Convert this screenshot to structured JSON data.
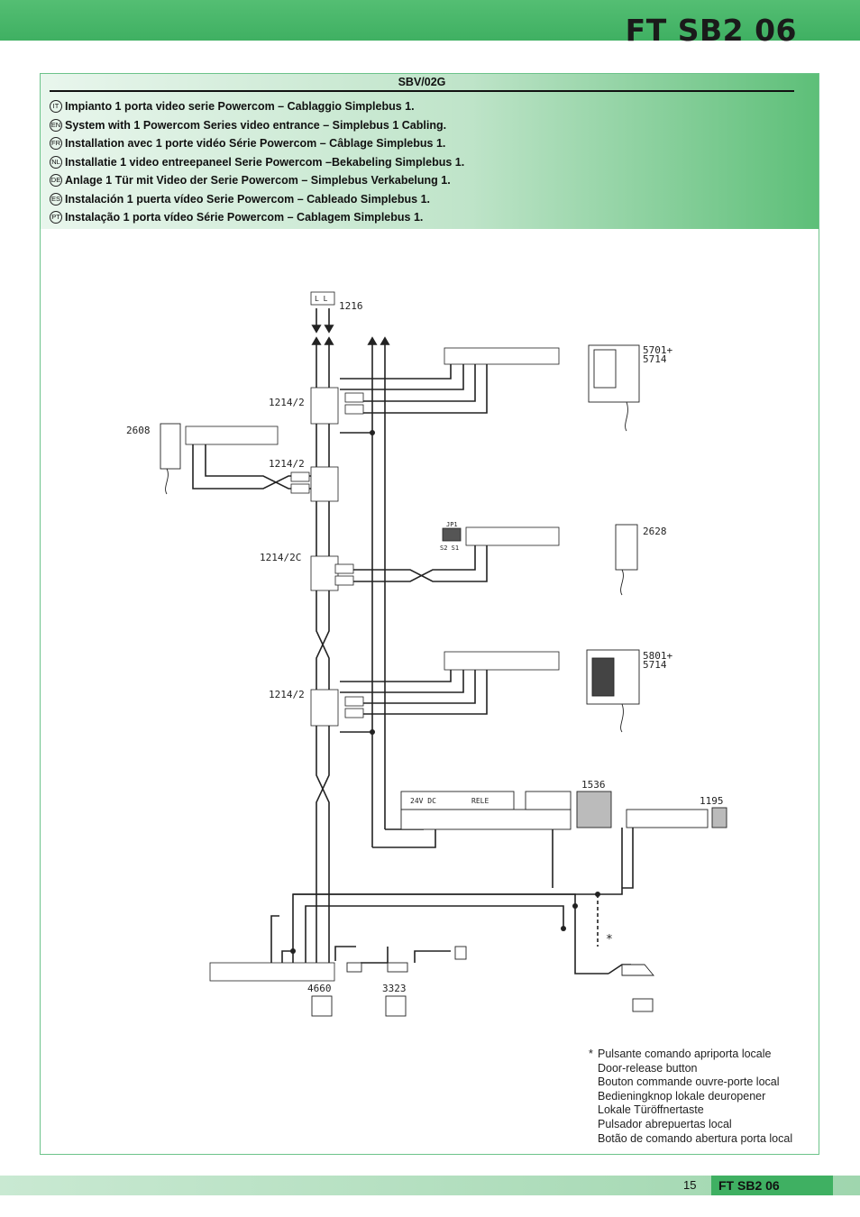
{
  "header": {
    "title": "FT SB2 06"
  },
  "section": {
    "model": "SBV/02G",
    "descriptions": [
      {
        "lang": "IT",
        "text": "Impianto 1 porta video serie Powercom – Cablaggio Simplebus 1."
      },
      {
        "lang": "EN",
        "text": "System with 1 Powercom Series video entrance – Simplebus 1 Cabling."
      },
      {
        "lang": "FR",
        "text": "Installation avec 1 porte vidéo Série Powercom – Câblage Simplebus 1."
      },
      {
        "lang": "NL",
        "text": "Installatie 1 video entreepaneel Serie Powercom –Bekabeling Simplebus 1."
      },
      {
        "lang": "DE",
        "text": "Anlage 1 Tür mit Video der Serie Powercom – Simplebus Verkabelung 1."
      },
      {
        "lang": "ES",
        "text": "Instalación 1 puerta vídeo Serie Powercom – Cableado Simplebus 1."
      },
      {
        "lang": "PT",
        "text": "Instalação 1 porta vídeo Série Powercom – Cablagem Simplebus 1."
      }
    ]
  },
  "diagram": {
    "labels": {
      "riser_top": "1216",
      "split1": "1214/2",
      "split2": "1214/2",
      "split3": "1214/2C",
      "split4": "1214/2",
      "monitor1": "5701+",
      "monitor1_b": "5714",
      "monitor2": "5801+",
      "monitor2_b": "5714",
      "handset_left": "2608",
      "handset_right": "2628",
      "power_supply": "1536",
      "relay_module": "1195",
      "entrance_panel": "4660",
      "camera_module": "3323",
      "jumper": "JP1",
      "jumper_pos": "S2  S1",
      "psu_left": "24V DC",
      "psu_right": "RELE",
      "star": "*"
    }
  },
  "footnote": {
    "lines": [
      "Pulsante comando apriporta locale",
      "Door-release button",
      "Bouton commande ouvre-porte local",
      "Bedieningknop lokale deuropener",
      "Lokale Türöffnertaste",
      "Pulsador abrepuertas local",
      "Botão de comando abertura porta local"
    ]
  },
  "footer": {
    "page": "15",
    "label": "FT SB2 06"
  },
  "colors": {
    "brand_green": "#3fb062",
    "header_gradient_light": "#e9f6ed",
    "wire": "#222222"
  }
}
